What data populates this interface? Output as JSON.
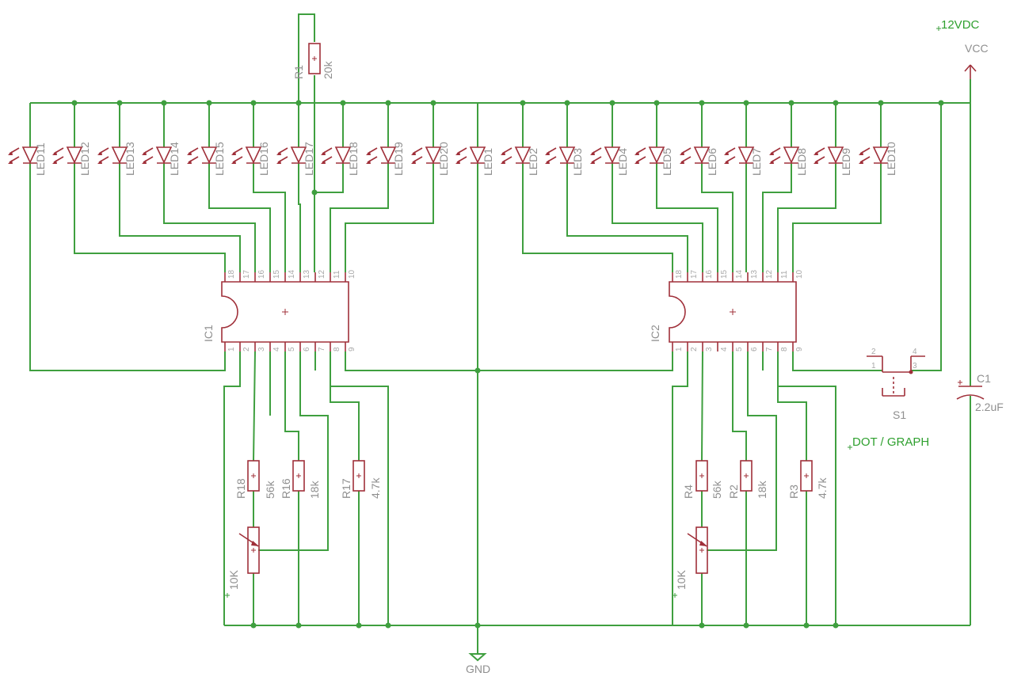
{
  "power": {
    "supply_label": "12VDC",
    "vcc_label": "VCC",
    "gnd_label": "GND"
  },
  "mode_label": "DOT / GRAPH",
  "ics": [
    {
      "name": "IC1",
      "pins_top": [
        "18",
        "17",
        "16",
        "15",
        "14",
        "13",
        "12",
        "11",
        "10"
      ],
      "pins_bottom": [
        "1",
        "2",
        "3",
        "4",
        "5",
        "6",
        "7",
        "8",
        "9"
      ]
    },
    {
      "name": "IC2",
      "pins_top": [
        "18",
        "17",
        "16",
        "15",
        "14",
        "13",
        "12",
        "11",
        "10"
      ],
      "pins_bottom": [
        "1",
        "2",
        "3",
        "4",
        "5",
        "6",
        "7",
        "8",
        "9"
      ]
    }
  ],
  "leds": [
    "LED11",
    "LED12",
    "LED13",
    "LED14",
    "LED15",
    "LED16",
    "LED17",
    "LED18",
    "LED19",
    "LED20",
    "LED1",
    "LED2",
    "LED3",
    "LED4",
    "LED5",
    "LED6",
    "LED7",
    "LED8",
    "LED9",
    "LED10"
  ],
  "resistors": [
    {
      "name": "R1",
      "value": "20k"
    },
    {
      "name": "R18",
      "value": "56k"
    },
    {
      "name": "R16",
      "value": "18k"
    },
    {
      "name": "R17",
      "value": "4.7k"
    },
    {
      "name": "R4",
      "value": "56k"
    },
    {
      "name": "R2",
      "value": "18k"
    },
    {
      "name": "R3",
      "value": "4.7k"
    }
  ],
  "pots": [
    {
      "value": "10K"
    },
    {
      "value": "10K"
    }
  ],
  "switch": {
    "name": "S1",
    "pins": [
      "2",
      "4",
      "1",
      "3"
    ]
  },
  "capacitor": {
    "name": "C1",
    "value": "2.2uF"
  }
}
